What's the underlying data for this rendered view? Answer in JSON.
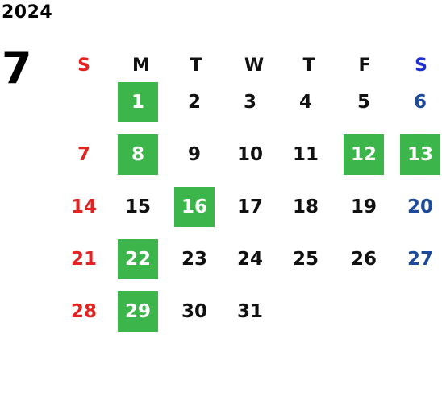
{
  "year": "2024",
  "month": "7",
  "weekdays": [
    "S",
    "M",
    "T",
    "W",
    "T",
    "F",
    "S"
  ],
  "colors": {
    "holiday_bg": "#3cb54b",
    "sunday": "#e32222",
    "saturday": "#1d4a9a"
  },
  "weeks": [
    [
      "",
      "1",
      "2",
      "3",
      "4",
      "5",
      "6"
    ],
    [
      "7",
      "8",
      "9",
      "10",
      "11",
      "12",
      "13"
    ],
    [
      "14",
      "15",
      "16",
      "17",
      "18",
      "19",
      "20"
    ],
    [
      "21",
      "22",
      "23",
      "24",
      "25",
      "26",
      "27"
    ],
    [
      "28",
      "29",
      "30",
      "31",
      "",
      "",
      ""
    ]
  ],
  "highlighted_days": [
    "1",
    "8",
    "12",
    "13",
    "16",
    "22",
    "29"
  ]
}
